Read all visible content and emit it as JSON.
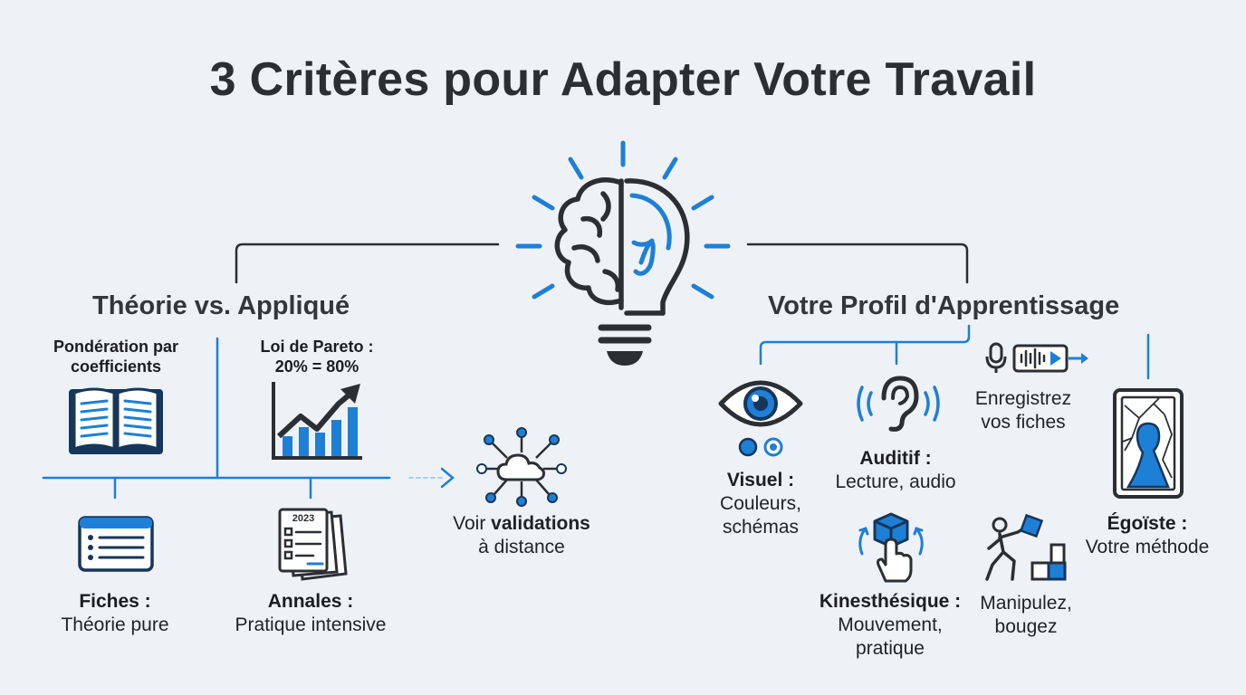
{
  "title": "3 Critères pour Adapter Votre Travail",
  "left": {
    "heading": "Théorie vs. Appliqué",
    "ponderation_line1": "Pondération par",
    "ponderation_line2": "coefficients",
    "pareto_line1": "Loi de Pareto :",
    "pareto_line2": "20% = 80%",
    "fiches_title": "Fiches :",
    "fiches_desc": "Théorie pure",
    "annales_title": "Annales :",
    "annales_desc": "Pratique intensive",
    "annales_year": "2023",
    "voir_pre": "Voir ",
    "voir_bold": "validations",
    "voir_line2": "à distance"
  },
  "right": {
    "heading": "Votre Profil d'Apprentissage",
    "visuel_title": "Visuel :",
    "visuel_line1": "Couleurs,",
    "visuel_line2": "schémas",
    "auditif_title": "Auditif :",
    "auditif_desc": "Lecture, audio",
    "enregistrez_line1": "Enregistrez",
    "enregistrez_line2": "vos fiches",
    "kines_title": "Kinesthésique :",
    "kines_line1": "Mouvement,",
    "kines_line2": "pratique",
    "manip_line1": "Manipulez,",
    "manip_line2": "bougez",
    "egoiste_title": "Égoïste :",
    "egoiste_desc": "Votre méthode"
  },
  "colors": {
    "accent": "#1e7fd6",
    "navy": "#16365a",
    "dark": "#2b2f33"
  }
}
